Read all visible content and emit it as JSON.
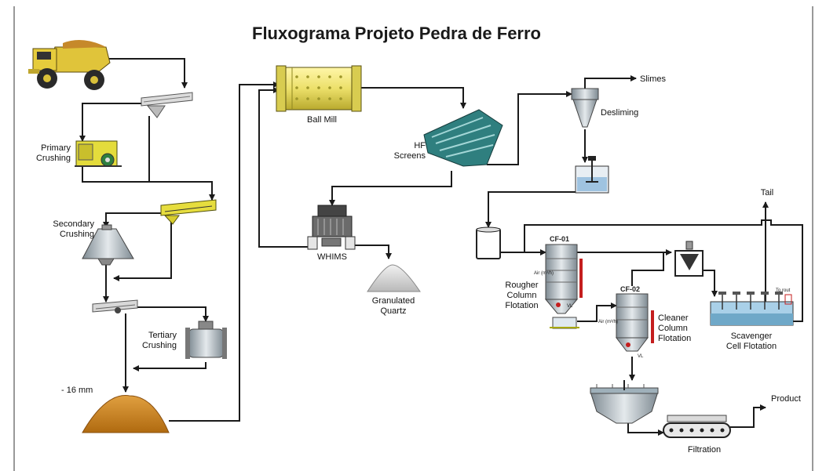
{
  "title": "Fluxograma Projeto Pedra de Ferro",
  "labels": {
    "primary_crushing": "Primary\nCrushing",
    "secondary_crushing": "Secondary\nCrushing",
    "tertiary_crushing": "Tertiary\nCrushing",
    "size": "- 16 mm",
    "ball_mill": "Ball Mill",
    "hf_screens": "HF\nScreens",
    "whims": "WHIMS",
    "granulated_quartz": "Granulated\nQuartz",
    "slimes": "Slimes",
    "desliming": "Desliming",
    "tail": "Tail",
    "rougher": "Rougher\nColumn\nFlotation",
    "cleaner": "Cleaner\nColumn\nFlotation",
    "scavenger": "Scavenger\nCell Flotation",
    "product": "Product",
    "filtration": "Filtration",
    "cf01": "CF-01",
    "cf02": "CF-02",
    "air_rougher": "Air (m³/h)",
    "air_cleaner": "Air (m³/h)",
    "vl_rougher": "VL",
    "vl_cleaner": "VL",
    "scav_tag": "To rout"
  },
  "colors": {
    "line": "#1a1a1a",
    "ore": "#c8801e",
    "equipment_green": "#2f7f7f",
    "equipment_yellow": "#d8d23a",
    "flotation_red": "#c41e1e",
    "steel": "#a9b3b9"
  }
}
